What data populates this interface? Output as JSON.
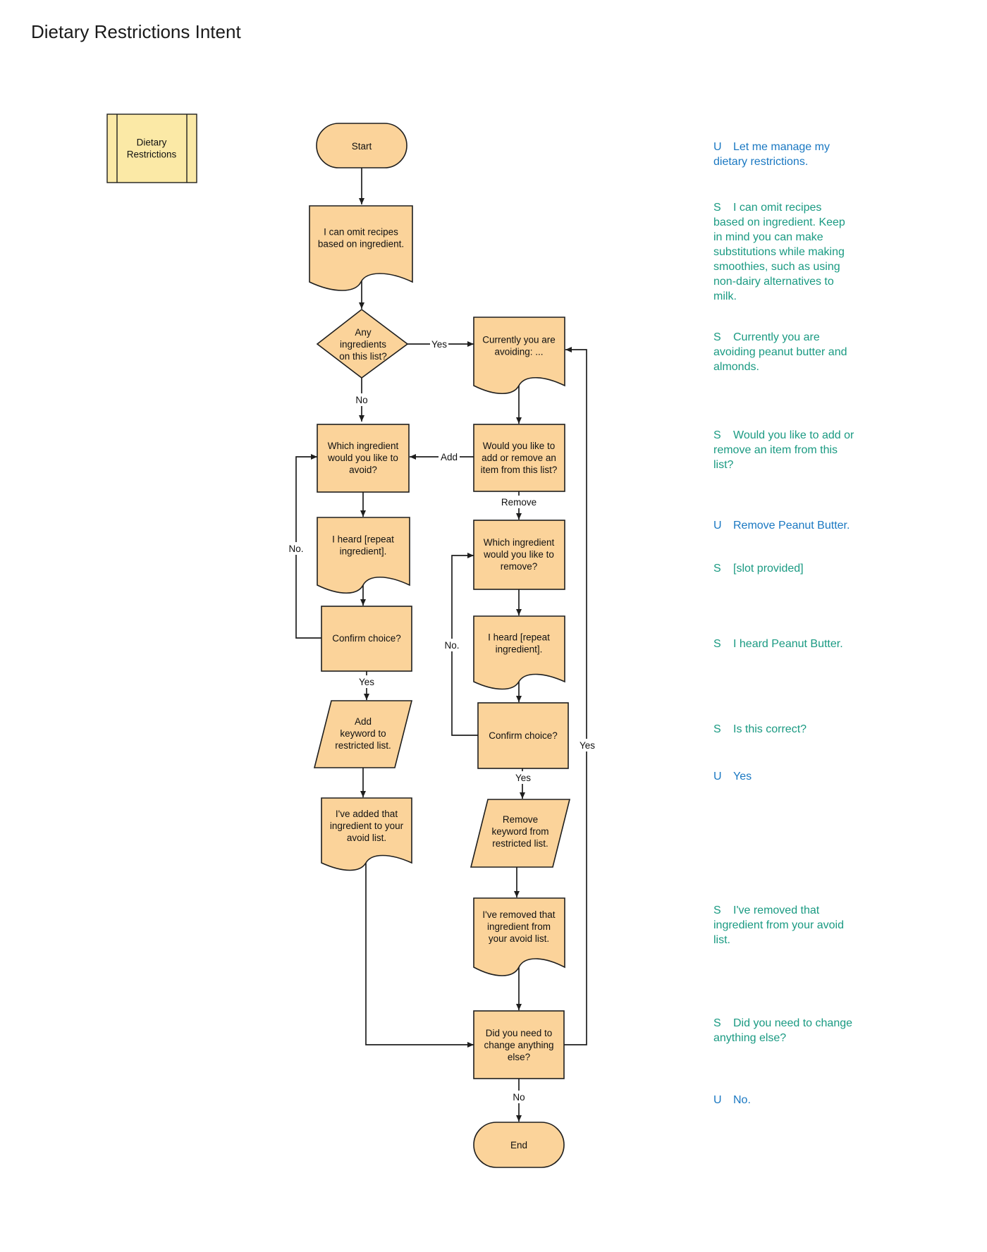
{
  "page": {
    "title": "Dietary Restrictions Intent"
  },
  "legend": {
    "label": "Dietary\nRestrictions"
  },
  "colors": {
    "node_fill": "#fbd39a",
    "legend_fill": "#fbe9a6",
    "user_text": "#1a78c2",
    "system_text": "#1a9a82"
  },
  "nodes": {
    "start": "Start",
    "omit_recipes": "I can omit recipes\nbased on ingredient.",
    "any_on_list": "Any\ningredients\non this list?",
    "currently_avoiding": "Currently you are\navoiding: ...",
    "add_or_remove": "Would you like to\nadd or remove an\nitem from this list?",
    "which_avoid": "Which ingredient\nwould you like to\navoid?",
    "heard_add": "I heard [repeat\ningredient].",
    "confirm_add": "Confirm choice?",
    "add_keyword": "Add\nkeyword to\nrestricted list.",
    "added_msg": "I've added that\ningredient to your\navoid list.",
    "which_remove": "Which ingredient\nwould you like to\nremove?",
    "heard_remove": "I heard [repeat\ningredient].",
    "confirm_remove": "Confirm choice?",
    "remove_keyword": "Remove\nkeyword from\nrestricted list.",
    "removed_msg": "I've removed that\ningredient from\nyour avoid list.",
    "change_else": "Did you need to\nchange anything\nelse?",
    "end": "End"
  },
  "edge_labels": {
    "yes_list": "Yes",
    "no_list": "No",
    "add": "Add",
    "remove": "Remove",
    "no_add": "No.",
    "yes_add": "Yes",
    "no_remove": "No.",
    "yes_remove": "Yes",
    "yes_loop": "Yes",
    "no_end": "No"
  },
  "dialog": [
    {
      "speaker": "U",
      "text": "Let me manage my dietary restrictions."
    },
    {
      "speaker": "S",
      "text": "I can omit recipes based on ingredient. Keep in mind you can make substitutions while making smoothies, such as using non-dairy alternatives to milk."
    },
    {
      "speaker": "S",
      "text": "Currently you are avoiding peanut butter and almonds."
    },
    {
      "speaker": "S",
      "text": "Would you like to add or remove an item from this list?"
    },
    {
      "speaker": "U",
      "text": "Remove Peanut Butter."
    },
    {
      "speaker": "S",
      "text": "[slot provided]"
    },
    {
      "speaker": "S",
      "text": "I heard Peanut Butter."
    },
    {
      "speaker": "S",
      "text": "Is this correct?"
    },
    {
      "speaker": "U",
      "text": "Yes"
    },
    {
      "speaker": "S",
      "text": "I've removed that ingredient from your avoid list."
    },
    {
      "speaker": "S",
      "text": "Did you need to change anything else?"
    },
    {
      "speaker": "U",
      "text": "No."
    }
  ]
}
